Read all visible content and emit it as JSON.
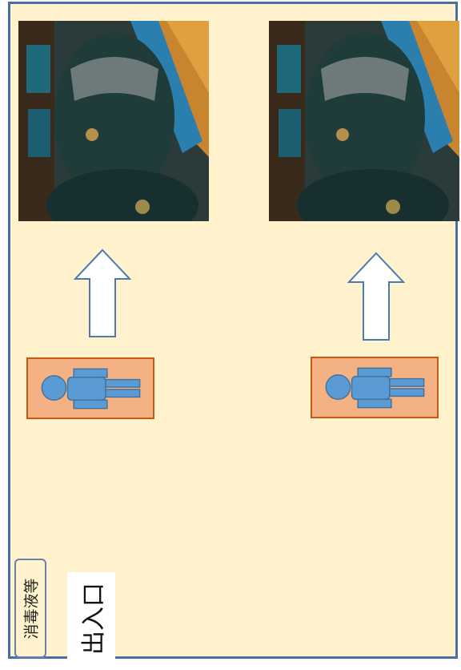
{
  "labels": {
    "sanitizer": "消毒液等",
    "entrance": "出入口"
  },
  "colors": {
    "room_fill": "#fff2cc",
    "room_border": "#4a6fa5",
    "person_box_fill": "#f4b183",
    "person_box_border": "#c55a11",
    "person_fill": "#5b9bd5",
    "arrow_fill": "#ffffff",
    "arrow_stroke": "#4a7ab0"
  },
  "icons": {
    "seat_photo": "stadium-seat-photo",
    "direction": "up-arrow",
    "person": "person-lying-icon"
  }
}
